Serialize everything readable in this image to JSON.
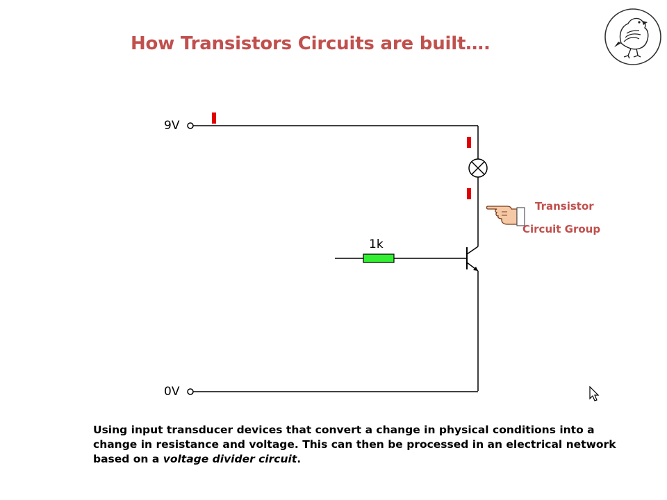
{
  "slide": {
    "title": "How Transistors Circuits are built….",
    "description_part1": "Using input transducer devices that convert a change in physical conditions into a change in resistance and voltage. This can then be processed in an electrical network based on a ",
    "description_emphasis": "voltage divider circuit",
    "description_part2": "."
  },
  "circuit": {
    "supply_label": "9V",
    "ground_label": "0V",
    "resistor_label": "1k",
    "colors": {
      "wire": "#000000",
      "resistor_fill": "#33ee33",
      "marker": "#e00000",
      "accent_text": "#c0504d"
    }
  },
  "annotation": {
    "line1": "Transistor",
    "line2": "Circuit Group",
    "pointer_icon": "pointing-hand-icon"
  },
  "icons": {
    "logo": "bird-logo-icon",
    "cursor": "mouse-cursor-icon"
  }
}
